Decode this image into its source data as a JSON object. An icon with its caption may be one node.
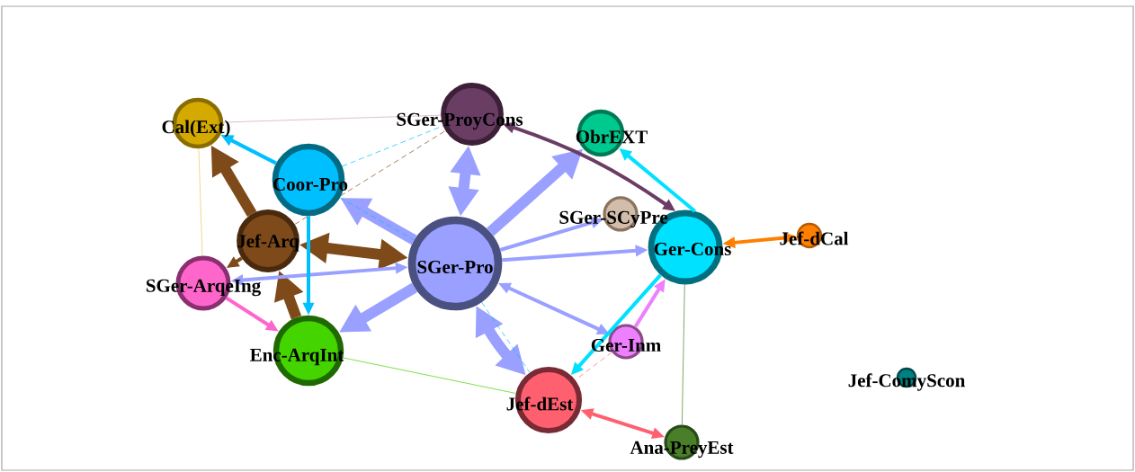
{
  "diagram": {
    "nodes": [
      {
        "text": [
          "Cal(Ext)"
        ]
      },
      {
        "text": [
          "SGer-ProyCons"
        ]
      },
      {
        "text": [
          "ObrEXT"
        ]
      },
      {
        "text": [
          "Coor-Pro"
        ]
      },
      {
        "text": [
          "Jef-Arq"
        ]
      },
      {
        "text": [
          "SGer-SCyPre"
        ]
      },
      {
        "text": [
          "SGer-Pro"
        ]
      },
      {
        "text": [
          "Ger-Cons"
        ]
      },
      {
        "text": [
          "Jef-dCal"
        ]
      },
      {
        "text": [
          "SGer-ArqeIng"
        ]
      },
      {
        "text": [
          "Enc-ArqInt"
        ]
      },
      {
        "text": [
          "Ger-Inm"
        ]
      },
      {
        "text": [
          "Jef-dEst"
        ]
      },
      {
        "text": [
          "Jef-ComyScon"
        ]
      },
      {
        "text": [
          "Ana-PreyEst"
        ]
      }
    ],
    "edges": [
      {
        "from": 3,
        "to": 0,
        "arrow": "to",
        "color": "#00bfff"
      },
      {
        "from": 4,
        "to": 0,
        "arrow": "to",
        "style": "thick",
        "color": "#7f4a1a"
      },
      {
        "from": 4,
        "to": 6,
        "arrow": "both",
        "style": "thick",
        "color": "#7f4a1a"
      },
      {
        "from": 10,
        "to": 4,
        "arrow": "to",
        "style": "thick",
        "color": "#7f4a1a"
      },
      {
        "from": 4,
        "to": 9,
        "arrow": "to",
        "color": "#7f4a1a"
      },
      {
        "from": 6,
        "to": 3,
        "arrow": "to",
        "style": "thick"
      },
      {
        "from": 6,
        "to": 10,
        "arrow": "to",
        "style": "thick"
      },
      {
        "from": 6,
        "to": 1,
        "arrow": "both",
        "style": "thick"
      },
      {
        "from": 6,
        "to": 2,
        "arrow": "to",
        "style": "thick"
      },
      {
        "from": 6,
        "to": 5,
        "arrow": "to"
      },
      {
        "from": 6,
        "to": 7,
        "arrow": "to"
      },
      {
        "from": 9,
        "to": 6,
        "arrow": "both"
      },
      {
        "from": 6,
        "to": 11,
        "arrow": "both"
      },
      {
        "from": 6,
        "to": 12,
        "arrow": "both",
        "style": "thick"
      },
      {
        "from": 1,
        "to": 7,
        "arrow": "both",
        "color": "#6a3d64"
      },
      {
        "from": 7,
        "to": 2,
        "arrow": "to",
        "color": "#00e0ff"
      },
      {
        "from": 8,
        "to": 7,
        "arrow": "both",
        "color": "#ff7f00"
      },
      {
        "from": 7,
        "to": 12,
        "arrow": "to",
        "color": "#00e0ff"
      },
      {
        "from": 11,
        "to": 7,
        "arrow": "to",
        "color": "#ee80ff"
      },
      {
        "from": 12,
        "to": 14,
        "arrow": "both",
        "color": "#ff6070"
      },
      {
        "from": 3,
        "to": 10,
        "arrow": "to",
        "color": "#00bfff"
      },
      {
        "from": 9,
        "to": 10,
        "arrow": "to",
        "color": "#ff66cc"
      },
      {
        "from": 0,
        "to": 1,
        "arrow": "none",
        "color": "#c8a8c0"
      },
      {
        "from": 0,
        "to": 9,
        "arrow": "none",
        "color": "#e8c860"
      },
      {
        "from": 3,
        "to": 1,
        "arrow": "none",
        "style": "dashed",
        "color": "#00bfff"
      },
      {
        "from": 4,
        "to": 1,
        "arrow": "none",
        "style": "dashed",
        "color": "#7f4a1a"
      },
      {
        "from": 3,
        "to": 6,
        "arrow": "none",
        "style": "dashed",
        "color": "#00bfff"
      },
      {
        "from": 6,
        "to": 12,
        "arrow": "none",
        "style": "dashed",
        "color": "#00bfff"
      },
      {
        "from": 10,
        "to": 12,
        "arrow": "none",
        "color": "#44d400"
      },
      {
        "from": 7,
        "to": 14,
        "arrow": "none",
        "color": "#4a7f2a"
      },
      {
        "from": 11,
        "to": 12,
        "arrow": "none",
        "style": "dashed",
        "color": "#ff6070"
      }
    ]
  }
}
